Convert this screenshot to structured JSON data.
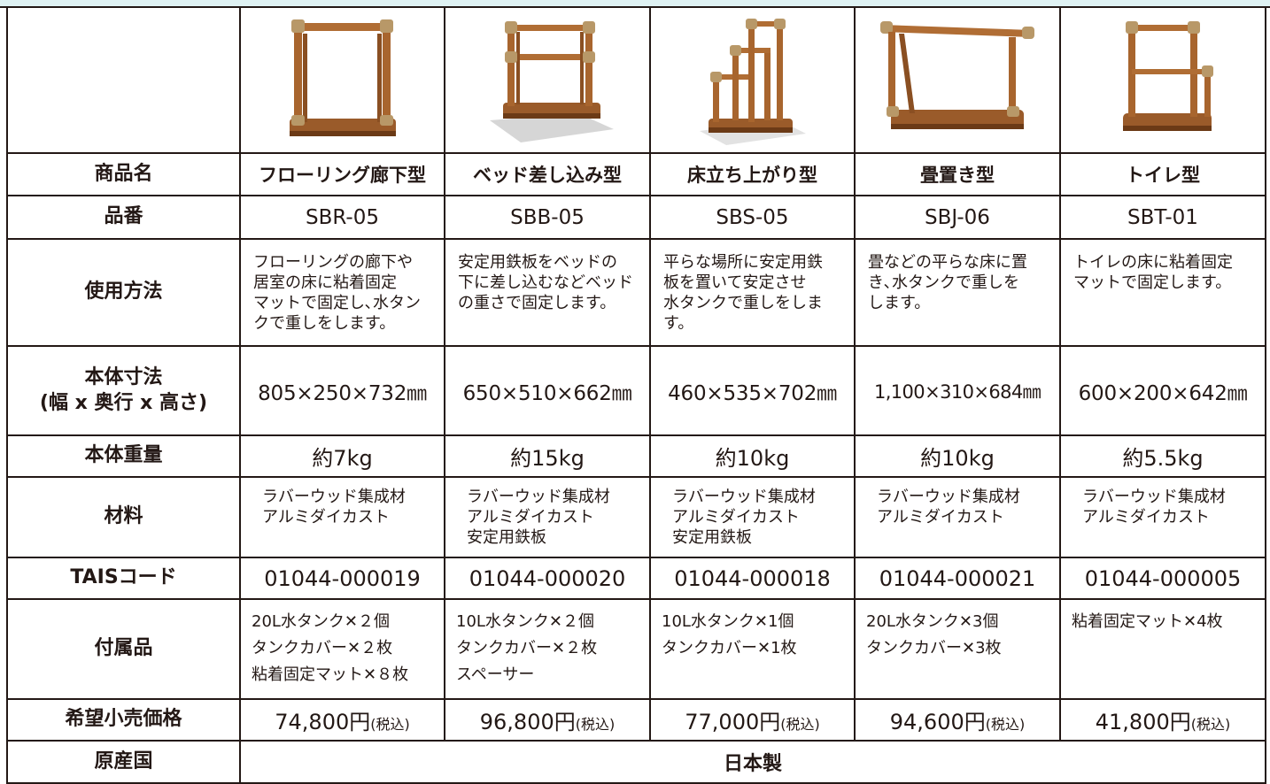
{
  "colors": {
    "wood": "#9a5b2a",
    "wood_dark": "#6b3a16",
    "metal": "#b89868",
    "plate": "#d6d6d6",
    "band": "#dff2f3"
  },
  "labels": {
    "name": "商品名",
    "code": "品番",
    "usage": "使用方法",
    "dim_1": "本体寸法",
    "dim_2": "(幅 x 奥行 x 高さ)",
    "weight": "本体重量",
    "material": "材料",
    "tais": "TAISコード",
    "accessories": "付属品",
    "price": "希望小売価格",
    "origin": "原産国"
  },
  "origin_value": "日本製",
  "tax_note": "(税込)",
  "products": [
    {
      "name": "フローリング廊下型",
      "code": "SBR-05",
      "usage": [
        "フローリングの廊下や",
        "居室の床に粘着固定",
        "マットで固定し､水タン",
        "クで重しをします。"
      ],
      "dimensions": "805×250×732㎜",
      "weight": "約7kg",
      "material": [
        "ラバーウッド集成材",
        "アルミダイカスト"
      ],
      "tais": "01044-000019",
      "accessories": [
        "20L水タンク✕２個",
        "タンクカバー✕２枚",
        "粘着固定マット✕８枚"
      ],
      "price": "74,800円",
      "image": "flooring-handrail-image"
    },
    {
      "name": "ベッド差し込み型",
      "code": "SBB-05",
      "usage": [
        "安定用鉄板をベッドの",
        "下に差し込むなどベッド",
        "の重さで固定します。"
      ],
      "dimensions": "650×510×662㎜",
      "weight": "約15kg",
      "material": [
        "ラバーウッド集成材",
        "アルミダイカスト",
        "安定用鉄板"
      ],
      "tais": "01044-000020",
      "accessories": [
        "10L水タンク✕２個",
        "タンクカバー✕２枚",
        "スペーサー"
      ],
      "price": "96,800円",
      "image": "bed-handrail-image"
    },
    {
      "name": "床立ち上がり型",
      "code": "SBS-05",
      "usage": [
        "平らな場所に安定用鉄",
        "板を置いて安定させ",
        "水タンクで重しをします。"
      ],
      "dimensions": "460×535×702㎜",
      "weight": "約10kg",
      "material": [
        "ラバーウッド集成材",
        "アルミダイカスト",
        "安定用鉄板"
      ],
      "tais": "01044-000018",
      "accessories": [
        "10L水タンク✕1個",
        "タンクカバー✕1枚"
      ],
      "price": "77,000円",
      "image": "stand-up-handrail-image"
    },
    {
      "name": "畳置き型",
      "code": "SBJ-06",
      "usage": [
        "畳などの平らな床に置",
        "き､水タンクで重しを",
        "します。"
      ],
      "dimensions": "1,100×310×684㎜",
      "weight": "約10kg",
      "material": [
        "ラバーウッド集成材",
        "アルミダイカスト"
      ],
      "tais": "01044-000021",
      "accessories": [
        "20L水タンク✕3個",
        "タンクカバー✕3枚"
      ],
      "price": "94,600円",
      "image": "tatami-handrail-image"
    },
    {
      "name": "トイレ型",
      "code": "SBT-01",
      "usage": [
        "トイレの床に粘着固定",
        "マットで固定します。"
      ],
      "dimensions": "600×200×642㎜",
      "weight": "約5.5kg",
      "material": [
        "ラバーウッド集成材",
        "アルミダイカスト"
      ],
      "tais": "01044-000005",
      "accessories": [
        "粘着固定マット✕4枚"
      ],
      "price": "41,800円",
      "image": "toilet-handrail-image"
    }
  ]
}
